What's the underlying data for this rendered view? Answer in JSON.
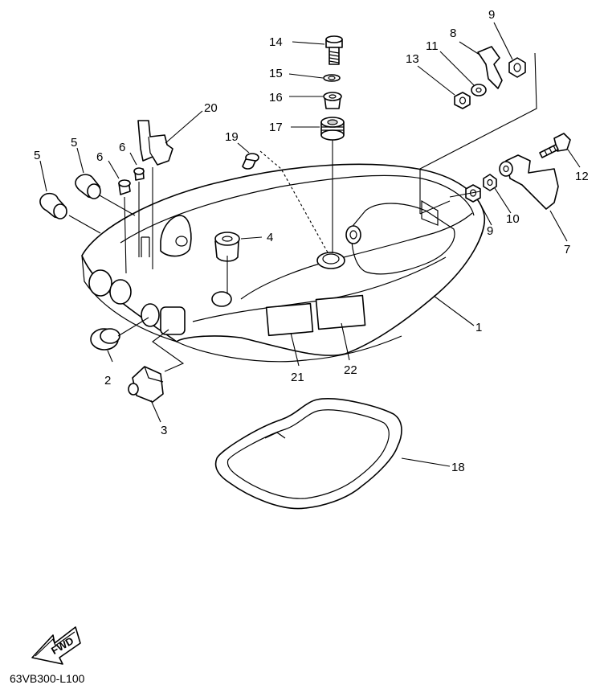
{
  "labels": {
    "n1": "1",
    "n2": "2",
    "n3": "3",
    "n4": "4",
    "n5a": "5",
    "n5b": "5",
    "n6a": "6",
    "n6b": "6",
    "n7": "7",
    "n8": "8",
    "n9a": "9",
    "n9b": "9",
    "n10": "10",
    "n11": "11",
    "n12": "12",
    "n13": "13",
    "n14": "14",
    "n15": "15",
    "n16": "16",
    "n17": "17",
    "n18": "18",
    "n19": "19",
    "n20": "20",
    "n21": "21",
    "n22": "22"
  },
  "fwd_label": "FWD",
  "diagram_code": "63VB300-L100"
}
